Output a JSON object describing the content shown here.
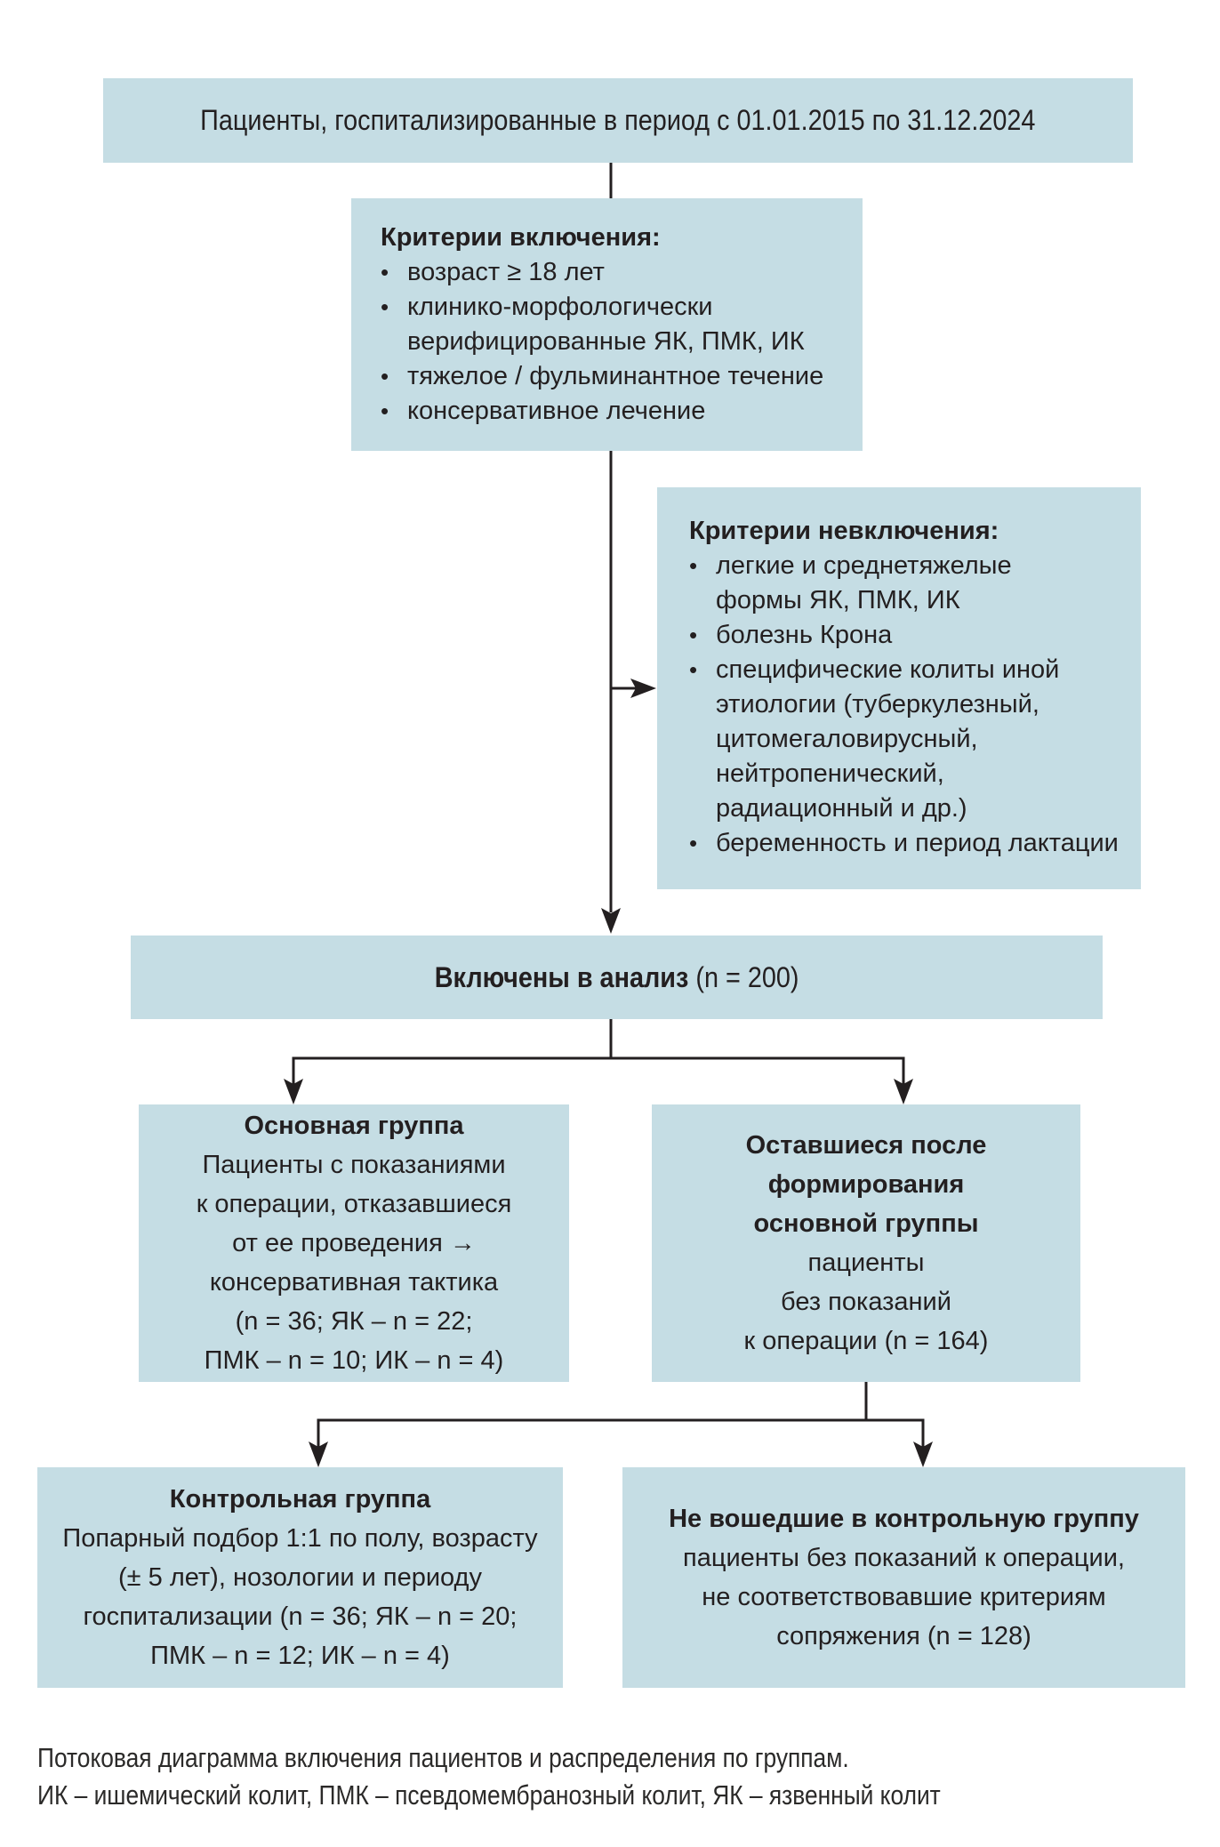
{
  "colors": {
    "box_fill": "#c5dde4",
    "ink": "#231f20",
    "line": "#231f20",
    "background": "#ffffff"
  },
  "boxes": {
    "period": {
      "text": "Пациенты, госпитализированные в период с 01.01.2015 по 31.12.2024"
    },
    "inclusion": {
      "title": "Критерии включения:",
      "items": [
        "возраст ≥ 18 лет",
        "клинико-морфологически\nверифицированные ЯК, ПМК, ИК",
        "тяжелое / фульминантное течение",
        "консервативное лечение"
      ]
    },
    "exclusion": {
      "title": "Критерии невключения:",
      "items": [
        "легкие и среднетяжелые\nформы ЯК, ПМК, ИК",
        "болезнь Крона",
        "специфические колиты иной\nэтиологии (туберкулезный,\nцитомегаловирусный,\nнейтропенический,\nрадиационный и др.)",
        "беременность и период лактации"
      ]
    },
    "analysis": {
      "title_bold": "Включены в анализ",
      "count": "(n = 200)"
    },
    "main_group": {
      "title": "Основная группа",
      "body": "Пациенты с показаниями\nк операции, отказавшиеся\nот ее проведения →\nконсервативная тактика\n(n = 36; ЯК – n = 22;\nПМК – n = 10; ИК – n = 4)"
    },
    "remaining_group": {
      "title": "Оставшиеся после\nформирования\nосновной группы",
      "body": "пациенты\nбез показаний\nк операции (n = 164)"
    },
    "control_group": {
      "title": "Контрольная группа",
      "body": "Попарный подбор 1:1 по полу, возрасту\n(± 5 лет), нозологии и периоду\nгоспитализации (n = 36; ЯК – n = 20;\nПМК – n = 12; ИК – n = 4)"
    },
    "not_in_control_group": {
      "title": "Не вошедшие в контрольную группу",
      "body": "пациенты без показаний к операции,\nне соответствовавшие критериям\nсопряжения (n = 128)"
    }
  },
  "caption": {
    "line1": "Потоковая диаграмма включения пациентов и распределения по группам.",
    "line2": "ИК – ишемический колит, ПМК – псевдомембранозный колит, ЯК – язвенный колит"
  }
}
